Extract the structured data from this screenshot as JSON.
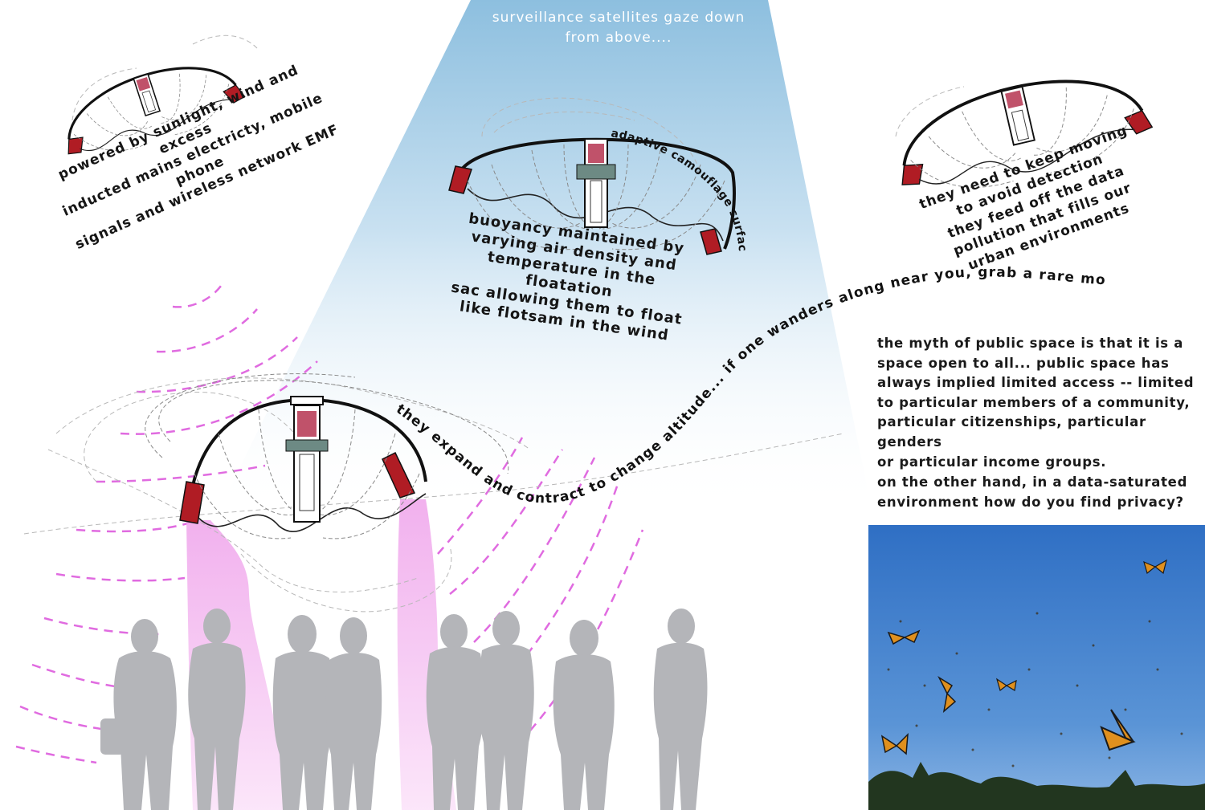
{
  "captions": {
    "satellites": [
      "surveillance satellites gaze down",
      "from above...."
    ],
    "power": [
      "powered by sunlight, wind and excess",
      "inducted mains electricty, mobile phone",
      "signals and wireless network EMF"
    ],
    "camouflage": "adaptive camouflage surface",
    "buoyancy": [
      "buoyancy maintained by",
      "varying air density and",
      "temperature in the floatation",
      "sac allowing them to float",
      "like flotsam in the wind"
    ],
    "moving": [
      "they need to keep moving",
      "to avoid detection",
      "they feed off the data",
      "pollution that fills our",
      "urban environments"
    ],
    "wander": "they expand and contract to change altitude... if one wanders along near you, grab a rare moment of solitude"
  },
  "essay": {
    "paragraph1": [
      "the myth of public space is that it is a",
      "space open to all... public space has",
      "always implied limited access -- limited",
      "to particular members of a community,",
      "particular citizenships, particular genders",
      "or particular income groups."
    ],
    "paragraph2": [
      "on the other hand, in a data-saturated",
      "environment how do you find privacy?"
    ]
  },
  "colors": {
    "beam_top": "#8dbfdf",
    "beam_bottom": "#ffffff",
    "magenta_dash": "#e06be0",
    "pink_glow": "#f3b6ee",
    "silhouette": "#b4b5b9",
    "sky": "#3b78c8",
    "heater_red": "#b01c24"
  },
  "icons": {
    "jellyfish": "floating-surveillance-jellyfish-icon",
    "people": "human-silhouette-icon",
    "butterfly": "monarch-butterfly-icon"
  }
}
